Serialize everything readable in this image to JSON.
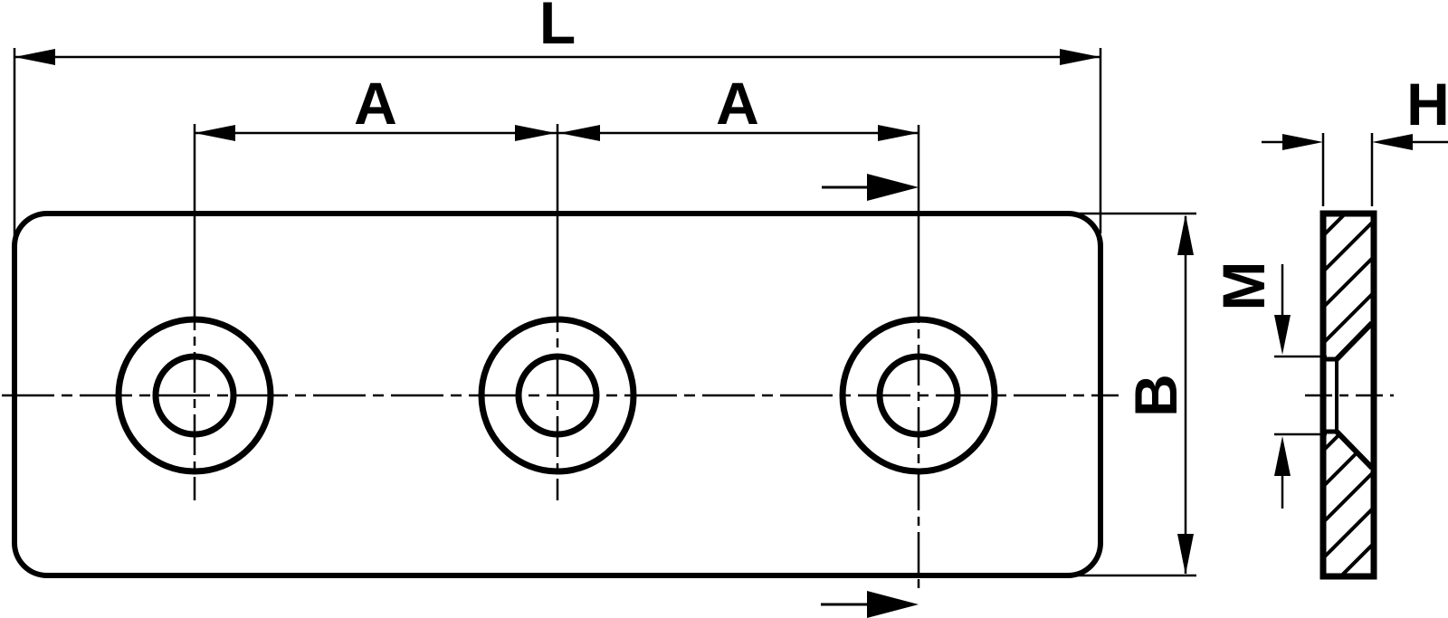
{
  "drawing": {
    "background_color": "#ffffff",
    "line_color": "#000000",
    "labels": {
      "overall_length": "L",
      "hole_spacing_left": "A",
      "hole_spacing_right": "A",
      "plate_width": "B",
      "plate_thickness": "H",
      "hole_size": "M"
    },
    "views": {
      "front_view": {
        "hole_count": 3,
        "hole_style": "countersunk"
      },
      "side_view": {
        "section": true,
        "hatched": true
      }
    }
  }
}
